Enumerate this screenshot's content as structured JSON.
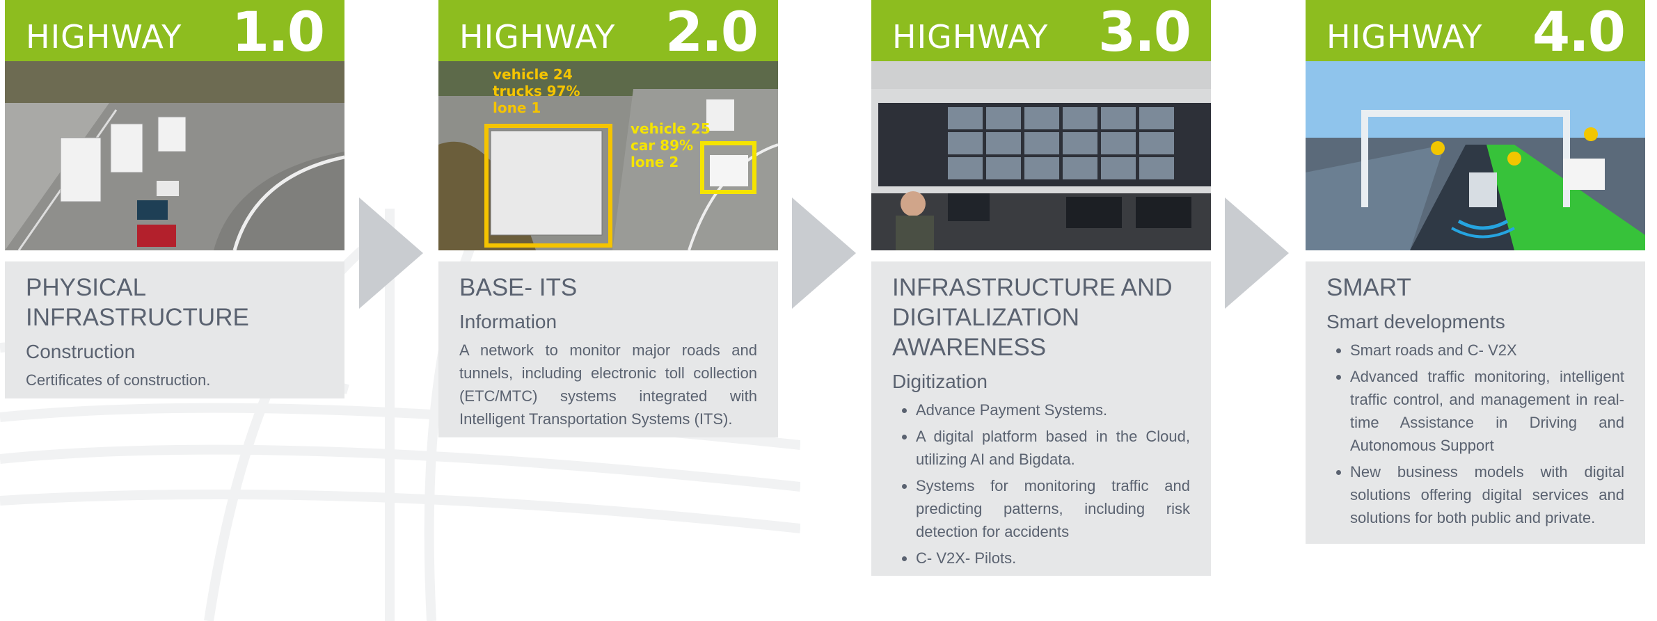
{
  "colors": {
    "header_green": "#8dbd1f",
    "panel_gray": "#e6e7e8",
    "text_gray": "#5a6270",
    "arrow_gray": "#c9ccd0",
    "overlay_yellow": "#f5c400"
  },
  "cards": [
    {
      "header_word": "HIGHWAY",
      "header_number": "1.0",
      "title": "PHYSICAL INFRASTRUCTURE",
      "subtitle": "Construction",
      "description": "Certificates of construction."
    },
    {
      "header_word": "HIGHWAY",
      "header_number": "2.0",
      "title": "BASE- ITS",
      "subtitle": "Information",
      "description": "A network to monitor major roads and tunnels, including electronic toll collection (ETC/MTC) systems integrated with Intelligent Transportation Systems (ITS).",
      "overlay_labels": [
        {
          "line1": "vehicle 24",
          "line2": "trucks 97%",
          "line3": "lone 1"
        },
        {
          "line1": "vehicle 25",
          "line2": "car 89%",
          "line3": "lone 2"
        }
      ]
    },
    {
      "header_word": "HIGHWAY",
      "header_number": "3.0",
      "title": "INFRASTRUCTURE AND DIGITALIZATION AWARENESS",
      "subtitle": "Digitization",
      "bullets": [
        "Advance Payment Systems.",
        "A digital platform based in the Cloud, utilizing AI and Bigdata.",
        "Systems for monitoring traffic and predicting patterns, including risk detection for accidents",
        "C- V2X- Pilots."
      ]
    },
    {
      "header_word": "HIGHWAY",
      "header_number": "4.0",
      "title": "SMART",
      "subtitle": "Smart developments",
      "bullets": [
        "Smart roads and C- V2X",
        "Advanced traffic monitoring, intelligent traffic control, and management in real-time Assistance in Driving and Autonomous Support",
        "New business models with digital solutions offering digital services and solutions for both public and private."
      ]
    }
  ],
  "icons": [
    "chevron-right-icon",
    "chevron-right-icon",
    "chevron-right-icon"
  ]
}
